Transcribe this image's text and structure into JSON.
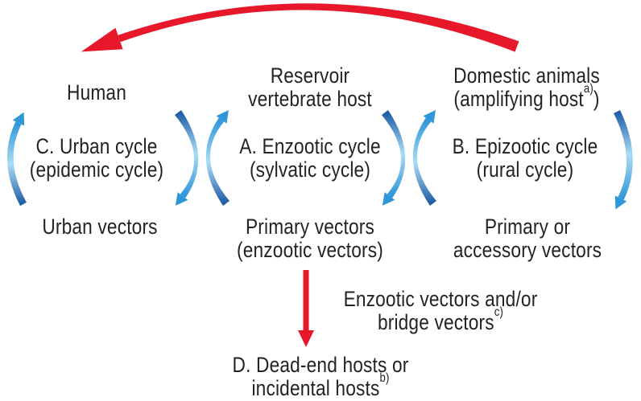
{
  "diagram": {
    "columns": {
      "urban": {
        "host": "Human",
        "cycle_line1": "C. Urban cycle",
        "cycle_line2": "(epidemic cycle)",
        "vectors_line1": "Urban vectors"
      },
      "enzootic": {
        "host_line1": "Reservoir",
        "host_line2": "vertebrate host",
        "cycle_line1": "A. Enzootic cycle",
        "cycle_line2": "(sylvatic cycle)",
        "vectors_line1": "Primary vectors",
        "vectors_line2": "(enzootic vectors)"
      },
      "epizootic": {
        "host_line1": "Domestic animals",
        "host_line2_pre": "(amplifying host",
        "host_line2_sup": "a)",
        "host_line2_post": ")",
        "cycle_line1": "B. Epizootic cycle",
        "cycle_line2": "(rural cycle)",
        "vectors_line1": "Primary or",
        "vectors_line2": "accessory vectors"
      }
    },
    "bridge_note": {
      "line1": "Enzootic vectors and/or",
      "line2": "bridge vectors",
      "line2_sup": "c)"
    },
    "dead_end": {
      "line1": "D. Dead-end hosts or",
      "line2": "incidental hosts",
      "line2_sup": "b)"
    },
    "colors": {
      "red": "#e8182b",
      "blue_dark": "#1e5ca6",
      "blue_light": "#aadcf5",
      "blue_head": "#2f96d8",
      "text": "#262223",
      "background": "#ffffff"
    }
  }
}
